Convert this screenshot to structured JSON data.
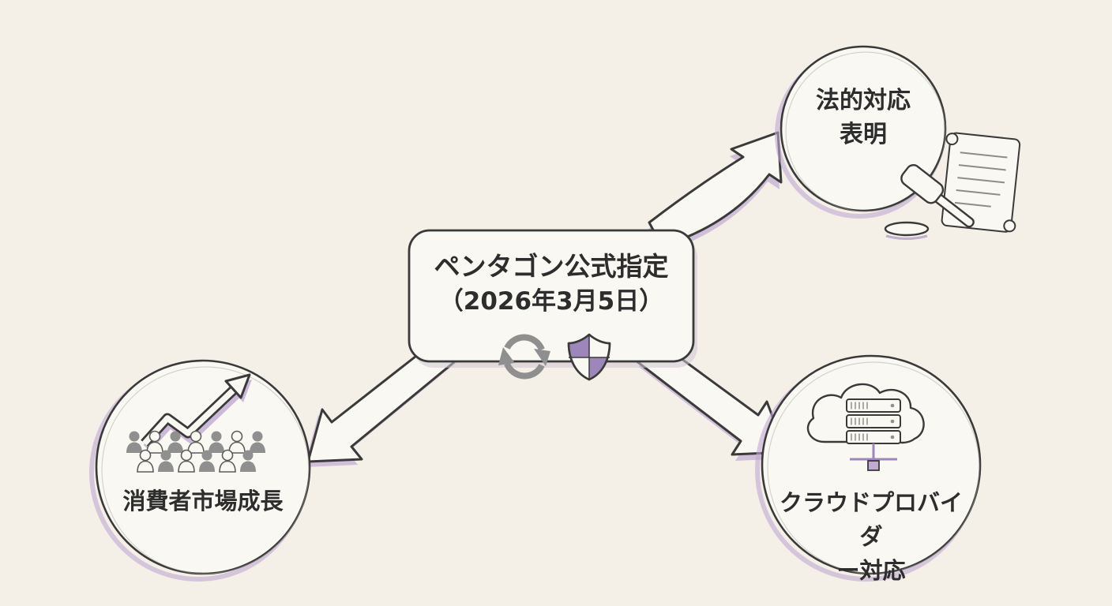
{
  "palette": {
    "bg": "#f4f0e8",
    "ink": "#3a3a3a",
    "paper": "#faf8f2",
    "accent": "#c0a9d2",
    "accent-deep": "#9d86ba",
    "gray": "#8f8f8f",
    "text": "#2d2d2d"
  },
  "center_node": {
    "line1": "ペンタゴン公式指定",
    "line2": "（2026年3月5日）",
    "icons": [
      "refresh-cycle-icon",
      "shield-check-icon"
    ]
  },
  "nodes": {
    "legal": {
      "line1": "法的対応",
      "line2": "表明",
      "icon": "gavel-scroll-icon",
      "position": "top-right"
    },
    "consumer": {
      "line1": "消費者市場成長",
      "icon": "crowd-growth-arrow-icon",
      "position": "bottom-left"
    },
    "cloud": {
      "line1": "クラウドプロバイダ",
      "line2": "ー対応",
      "icon": "cloud-servers-icon",
      "position": "bottom-right"
    }
  }
}
